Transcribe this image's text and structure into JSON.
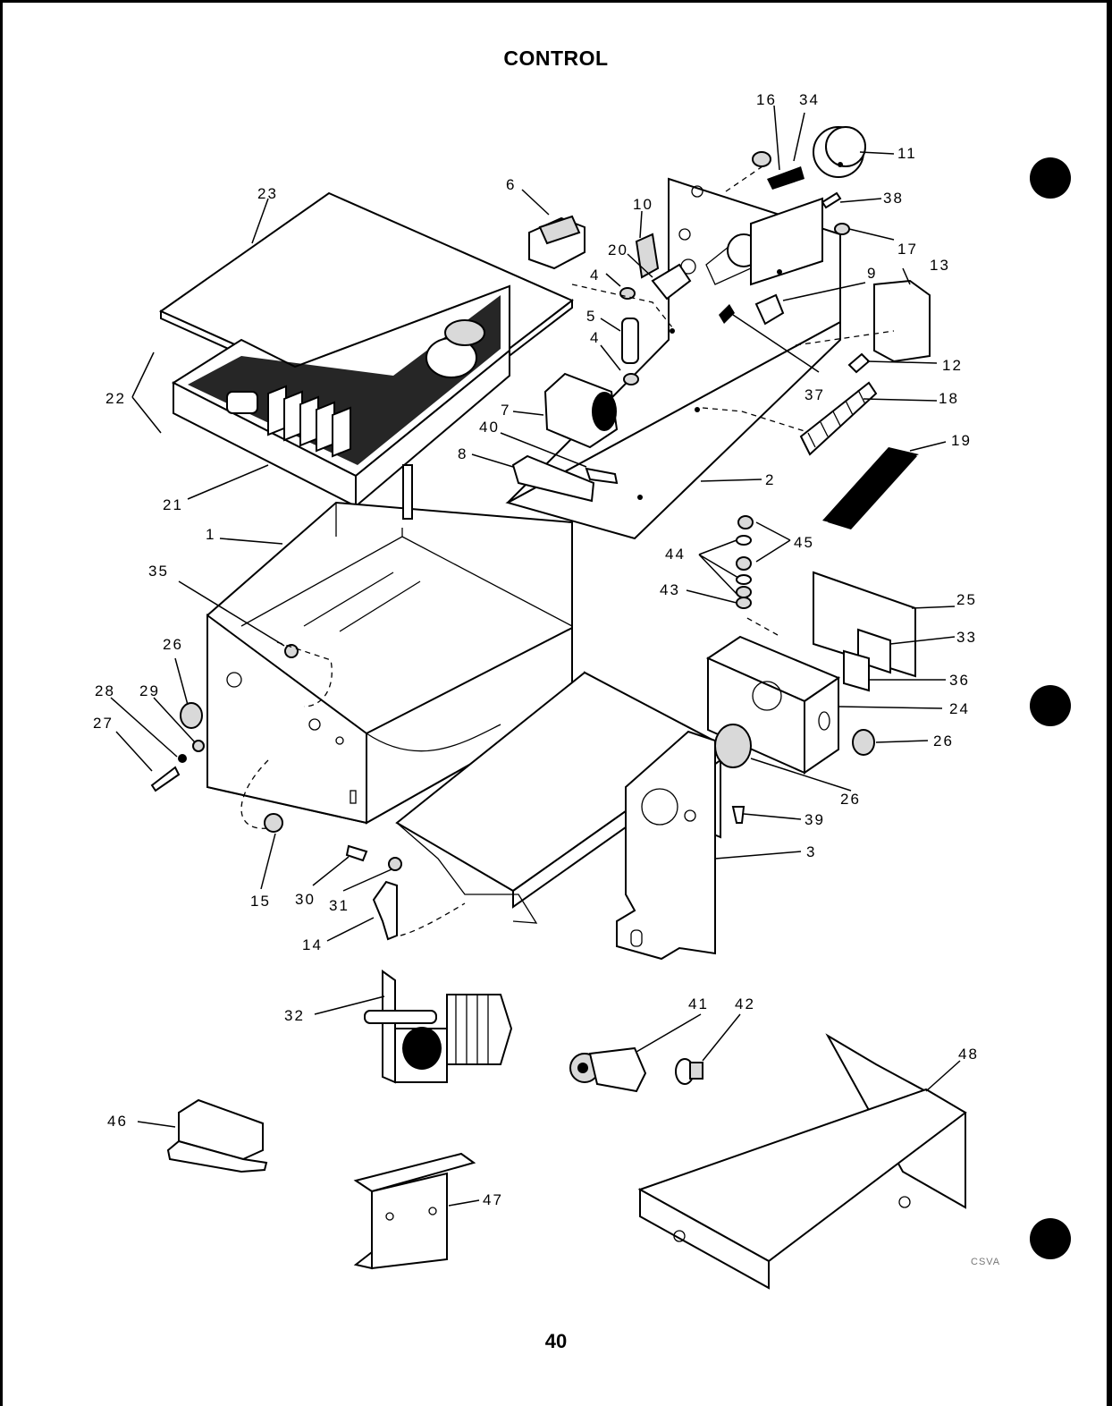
{
  "page": {
    "title": "CONTROL",
    "page_number": "40",
    "mark": "CSVA"
  },
  "callouts": [
    {
      "id": "c16",
      "text": "16"
    },
    {
      "id": "c34",
      "text": "34"
    },
    {
      "id": "c11",
      "text": "11"
    },
    {
      "id": "c23",
      "text": "23"
    },
    {
      "id": "c6",
      "text": "6"
    },
    {
      "id": "c10",
      "text": "10"
    },
    {
      "id": "c38",
      "text": "38"
    },
    {
      "id": "c17",
      "text": "17"
    },
    {
      "id": "c20",
      "text": "20"
    },
    {
      "id": "c4a",
      "text": "4"
    },
    {
      "id": "c13",
      "text": "13"
    },
    {
      "id": "c9",
      "text": "9"
    },
    {
      "id": "c5",
      "text": "5"
    },
    {
      "id": "c4b",
      "text": "4"
    },
    {
      "id": "c12",
      "text": "12"
    },
    {
      "id": "c22",
      "text": "22"
    },
    {
      "id": "c37",
      "text": "37"
    },
    {
      "id": "c18",
      "text": "18"
    },
    {
      "id": "c7",
      "text": "7"
    },
    {
      "id": "c40",
      "text": "40"
    },
    {
      "id": "c19",
      "text": "19"
    },
    {
      "id": "c8",
      "text": "8"
    },
    {
      "id": "c2",
      "text": "2"
    },
    {
      "id": "c21",
      "text": "21"
    },
    {
      "id": "c1",
      "text": "1"
    },
    {
      "id": "c45",
      "text": "45"
    },
    {
      "id": "c44",
      "text": "44"
    },
    {
      "id": "c35",
      "text": "35"
    },
    {
      "id": "c25",
      "text": "25"
    },
    {
      "id": "c43",
      "text": "43"
    },
    {
      "id": "c33",
      "text": "33"
    },
    {
      "id": "c26a",
      "text": "26"
    },
    {
      "id": "c36",
      "text": "36"
    },
    {
      "id": "c28",
      "text": "28"
    },
    {
      "id": "c29",
      "text": "29"
    },
    {
      "id": "c24",
      "text": "24"
    },
    {
      "id": "c27",
      "text": "27"
    },
    {
      "id": "c26b",
      "text": "26"
    },
    {
      "id": "c26c",
      "text": "26"
    },
    {
      "id": "c39",
      "text": "39"
    },
    {
      "id": "c3",
      "text": "3"
    },
    {
      "id": "c15",
      "text": "15"
    },
    {
      "id": "c30",
      "text": "30"
    },
    {
      "id": "c31",
      "text": "31"
    },
    {
      "id": "c14",
      "text": "14"
    },
    {
      "id": "c41",
      "text": "41"
    },
    {
      "id": "c42",
      "text": "42"
    },
    {
      "id": "c32",
      "text": "32"
    },
    {
      "id": "c48",
      "text": "48"
    },
    {
      "id": "c46",
      "text": "46"
    },
    {
      "id": "c47",
      "text": "47"
    }
  ]
}
